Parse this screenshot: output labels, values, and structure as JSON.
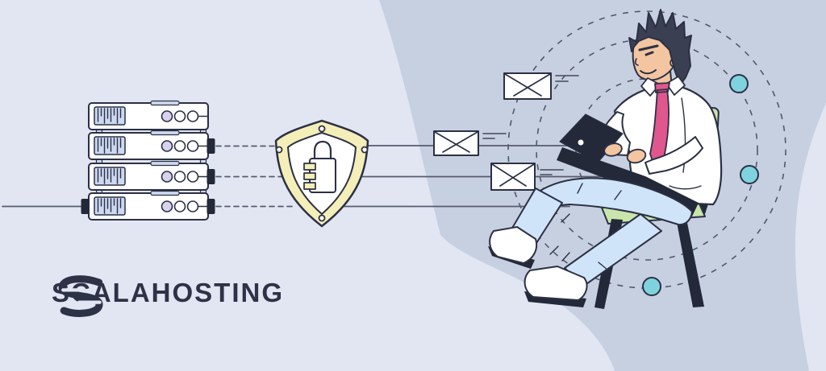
{
  "brand": {
    "name": "SCALAHOSTING"
  },
  "colors": {
    "bg_light": "#e2e6f3",
    "bg_blob": "#c7d0e1",
    "outline": "#2b3044",
    "line": "#565b6e",
    "shield_yellow": "#f4eeb8",
    "panel_blue": "#ccd9f0",
    "dot_purple": "#d8d2ed",
    "accent_teal": "#7ed3de",
    "tie_pink": "#e0578d",
    "pants_blue": "#cfe4f8",
    "chair_green": "#c9e5ac",
    "skin": "#f3c5a0",
    "dark_fill": "#232939",
    "hair": "#3a3f52",
    "white": "#ffffff",
    "logo_navy": "#2e3247"
  },
  "illustration": {
    "server_rack": {
      "units": 4,
      "icon": "server-stack-icon"
    },
    "shield": {
      "icon": "security-shield-padlock-icon"
    },
    "envelopes": {
      "count": 3,
      "icon": "mail-envelope-icon"
    },
    "person": {
      "icon": "man-typing-on-laptop"
    },
    "chair": {
      "icon": "chair-icon"
    },
    "accents": {
      "teal_dots": 3,
      "dashed_orbits": 3
    }
  }
}
